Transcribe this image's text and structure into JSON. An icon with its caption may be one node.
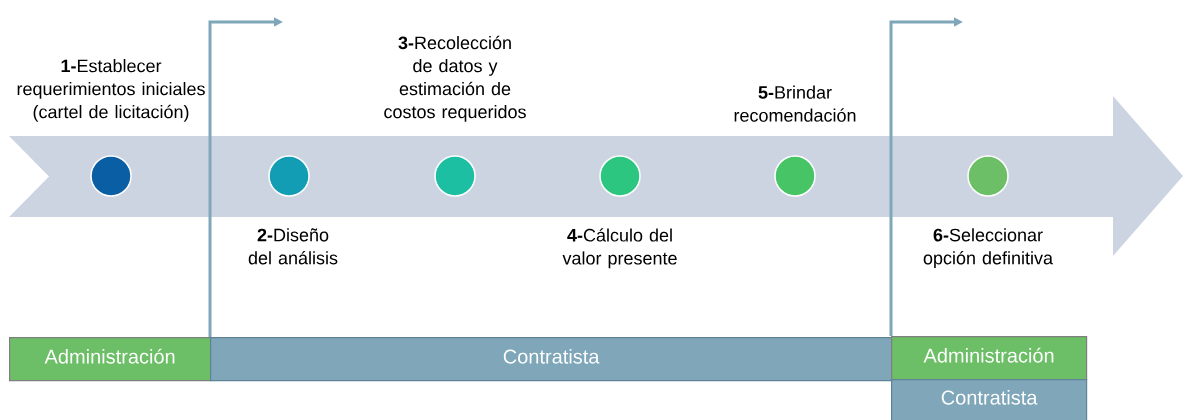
{
  "diagram": {
    "nodes": [
      {
        "text": [],
        "shape": "circle",
        "beside": [
          "**1-**Establecer requerimientos iniciales (cartel de licitación)"
        ]
      },
      {
        "text": [],
        "shape": "circle",
        "beside": [
          "**2-**Diseño del análisis"
        ]
      },
      {
        "text": [],
        "shape": "circle",
        "beside": [
          "**3-**Recolección de datos y estimación de costos requeridos"
        ]
      },
      {
        "text": [],
        "shape": "circle",
        "beside": [
          "**4-**Cálculo del valor presente"
        ]
      },
      {
        "text": [],
        "shape": "circle",
        "beside": [
          "**5-**Brindar recomendación"
        ]
      },
      {
        "text": [],
        "shape": "circle",
        "beside": [
          "**6-**Seleccionar opción definitiva"
        ]
      },
      {
        "text": [
          "Administración"
        ]
      },
      {
        "text": [
          "Contratista"
        ]
      },
      {
        "text": [
          "Administración"
        ]
      },
      {
        "text": [
          "Contratista"
        ]
      }
    ],
    "edges": [
      {
        "from": 7,
        "to": null,
        "arrow": "to"
      },
      {
        "from": 8,
        "to": null,
        "arrow": "to"
      }
    ]
  }
}
